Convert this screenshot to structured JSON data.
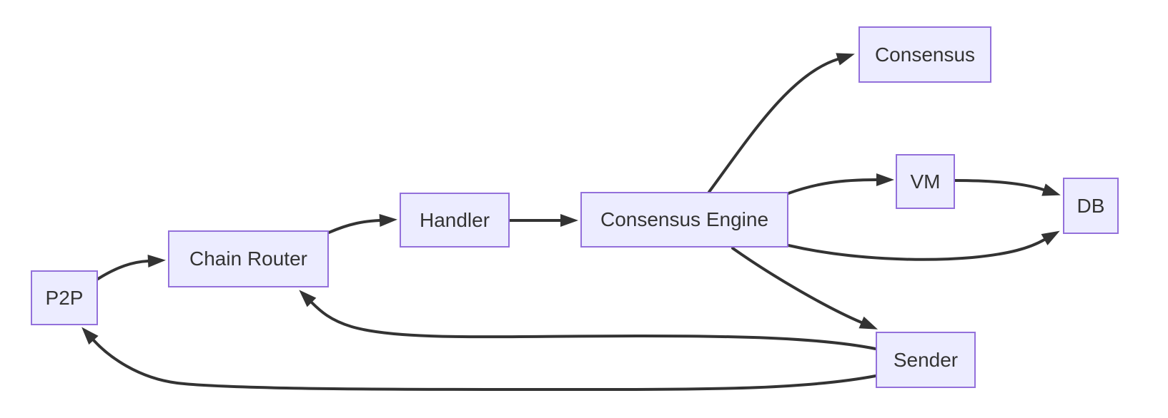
{
  "diagram": {
    "type": "flowchart",
    "background_color": "#ffffff",
    "colors": {
      "node_fill": "#ECECFF",
      "node_border": "#9370DB",
      "edge_line": "#333333",
      "label_text": "#333333"
    },
    "nodes": {
      "p2p": {
        "label": "P2P"
      },
      "chain_router": {
        "label": "Chain Router"
      },
      "handler": {
        "label": "Handler"
      },
      "consensus_engine": {
        "label": "Consensus Engine"
      },
      "consensus": {
        "label": "Consensus"
      },
      "vm": {
        "label": "VM"
      },
      "db": {
        "label": "DB"
      },
      "sender": {
        "label": "Sender"
      }
    },
    "edges": [
      {
        "from": "p2p",
        "to": "chain_router"
      },
      {
        "from": "chain_router",
        "to": "handler"
      },
      {
        "from": "handler",
        "to": "consensus_engine"
      },
      {
        "from": "consensus_engine",
        "to": "consensus"
      },
      {
        "from": "consensus_engine",
        "to": "vm"
      },
      {
        "from": "vm",
        "to": "db"
      },
      {
        "from": "consensus_engine",
        "to": "db"
      },
      {
        "from": "consensus_engine",
        "to": "sender"
      },
      {
        "from": "sender",
        "to": "chain_router"
      },
      {
        "from": "sender",
        "to": "p2p"
      }
    ]
  }
}
